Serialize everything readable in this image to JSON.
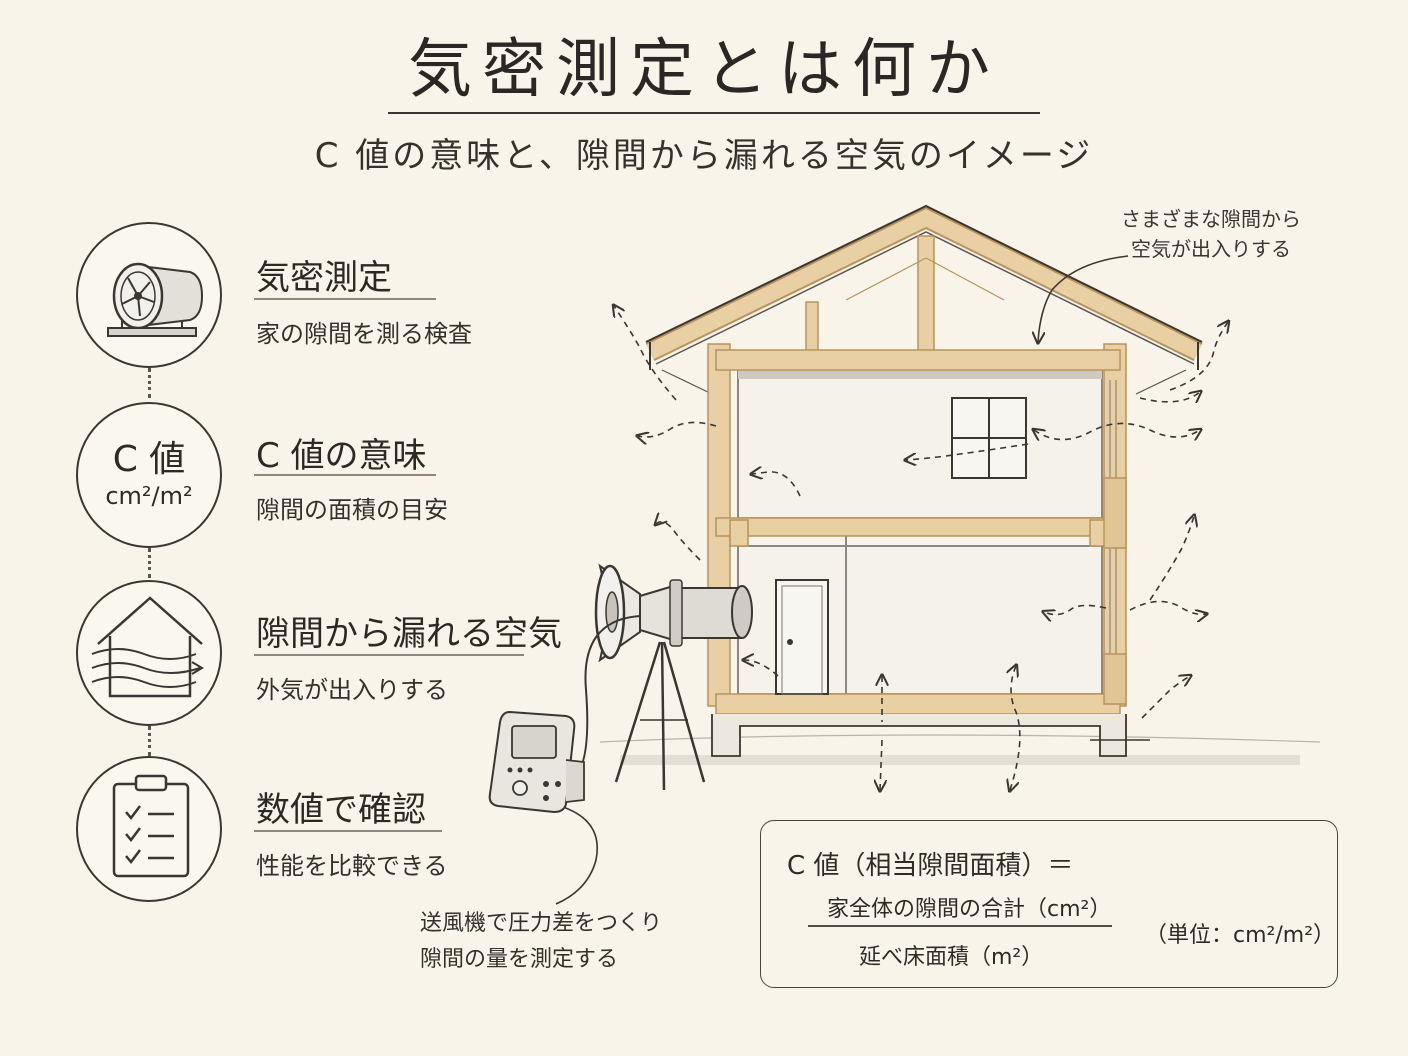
{
  "header": {
    "title": "気密測定とは何か",
    "subtitle": "C 値の意味と、隙間から漏れる空気のイメージ"
  },
  "items": [
    {
      "title": "気密測定",
      "subtitle": "家の隙間を測る検査",
      "icon": "blower-fan-icon"
    },
    {
      "title": "C 値の意味",
      "subtitle": "隙間の面積の目安",
      "icon_label": "C 値",
      "icon_unit": "cm²/m²"
    },
    {
      "title": "隙間から漏れる空気",
      "subtitle": "外気が出入りする",
      "icon": "house-airflow-icon"
    },
    {
      "title": "数値で確認",
      "subtitle": "性能を比較できる",
      "icon": "clipboard-checklist-icon"
    }
  ],
  "annotations": {
    "gaps_line1": "さまざまな隙間から",
    "gaps_line2": "空気が出入りする",
    "blower_line1": "送風機で圧力差をつくり",
    "blower_line2": "隙間の量を測定する"
  },
  "formula": {
    "lhs": "C 値（相当隙間面積）＝",
    "numerator": "家全体の隙間の合計（cm²）",
    "denominator": "延べ床面積（m²）",
    "unit": "（単位：cm²/m²）"
  },
  "colors": {
    "background": "#f8f4ea",
    "ink": "#3a3631",
    "wood": "#e8cfa4",
    "wood_edge": "#b9935b"
  }
}
